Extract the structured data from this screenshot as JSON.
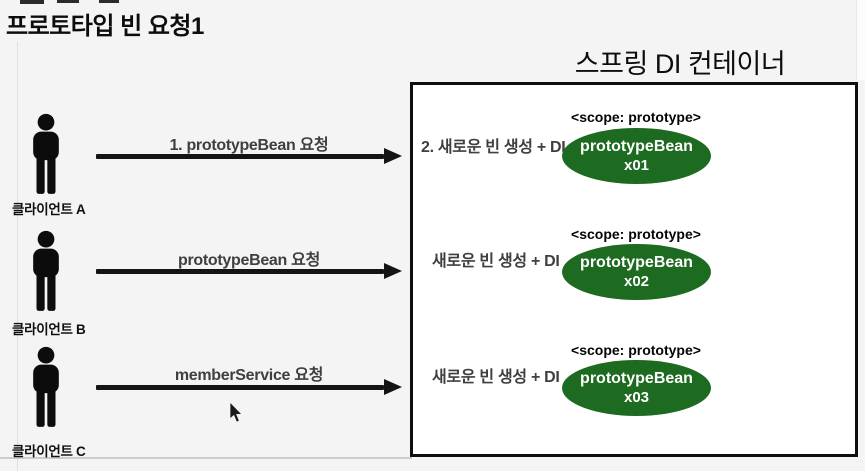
{
  "page": {
    "title": "프로토타입 빈 요청1",
    "container_title": "스프링 DI 컨테이너"
  },
  "rows": [
    {
      "client": "클라이언트 A",
      "request": "1. prototypeBean 요청",
      "note": "2. 새로운 빈 생성 + DI",
      "scope": "<scope: prototype>",
      "bean_name": "prototypeBean",
      "bean_instance": "x01"
    },
    {
      "client": "클라이언트 B",
      "request": "prototypeBean 요청",
      "note": "새로운 빈 생성 + DI",
      "scope": "<scope: prototype>",
      "bean_name": "prototypeBean",
      "bean_instance": "x02"
    },
    {
      "client": "클라이언트 C",
      "request": "memberService 요청",
      "note": "새로운 빈 생성 + DI",
      "scope": "<scope: prototype>",
      "bean_name": "prototypeBean",
      "bean_instance": "x03"
    }
  ],
  "colors": {
    "background": "#f4f4f4",
    "container_background": "#ffffff",
    "border": "#0e0e0e",
    "bean_fill": "#1d6b20",
    "bean_text": "#ffffff",
    "muted_text": "#3f3f3f",
    "text": "#0d0d0d"
  },
  "icons": {
    "client_figure": "person-icon",
    "request_line": "right-arrow-icon",
    "pointer": "mouse-cursor-icon"
  }
}
